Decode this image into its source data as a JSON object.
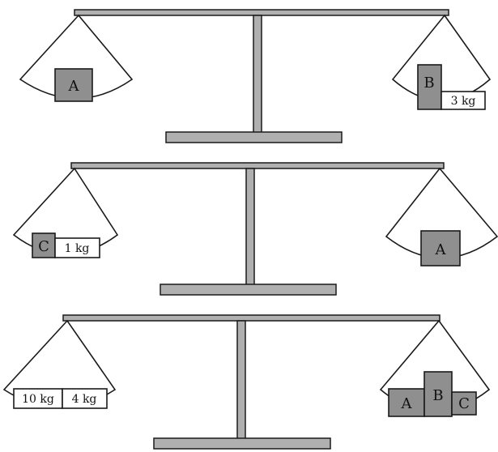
{
  "balances": [
    {
      "left": [
        {
          "kind": "block",
          "label": "A"
        }
      ],
      "right": [
        {
          "kind": "block",
          "label": "B"
        },
        {
          "kind": "weight",
          "label": "3 kg"
        }
      ]
    },
    {
      "left": [
        {
          "kind": "block",
          "label": "C"
        },
        {
          "kind": "weight",
          "label": "1 kg"
        }
      ],
      "right": [
        {
          "kind": "block",
          "label": "A"
        }
      ]
    },
    {
      "left": [
        {
          "kind": "weight",
          "label": "10 kg"
        },
        {
          "kind": "weight",
          "label": "4 kg"
        }
      ],
      "right": [
        {
          "kind": "block",
          "label": "A"
        },
        {
          "kind": "block",
          "label": "B"
        },
        {
          "kind": "block",
          "label": "C"
        }
      ]
    }
  ]
}
